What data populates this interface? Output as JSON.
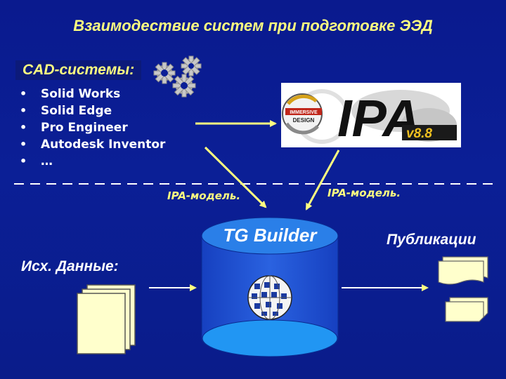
{
  "title": "Взаимодествие систем при подготовке ЭЭД",
  "cad": {
    "label": "CAD-системы:",
    "items": [
      "Solid Works",
      "Solid Edge",
      "Pro Engineer",
      "Autodesk Inventor",
      "…"
    ]
  },
  "ipa_logo": {
    "badge_line1": "IMMERSIVE",
    "badge_line2": "DESIGN",
    "mark": "IPA",
    "version": "v8.8"
  },
  "model_labels": [
    "IPA-модель.",
    "IPA-модель."
  ],
  "tg_builder": "TG Builder",
  "publications": "Публикации",
  "source_data": "Исх. Данные:",
  "colors": {
    "background": "#0b1f96",
    "title_text": "#ffff80",
    "arrow": "#ffff80",
    "cylinder_top": "#2196f3",
    "cylinder_side": "#1a4fd0",
    "document": "#ffffcc",
    "ipa_red": "#c0261a"
  },
  "icons": [
    "gears-icon",
    "globe-grid-icon"
  ]
}
